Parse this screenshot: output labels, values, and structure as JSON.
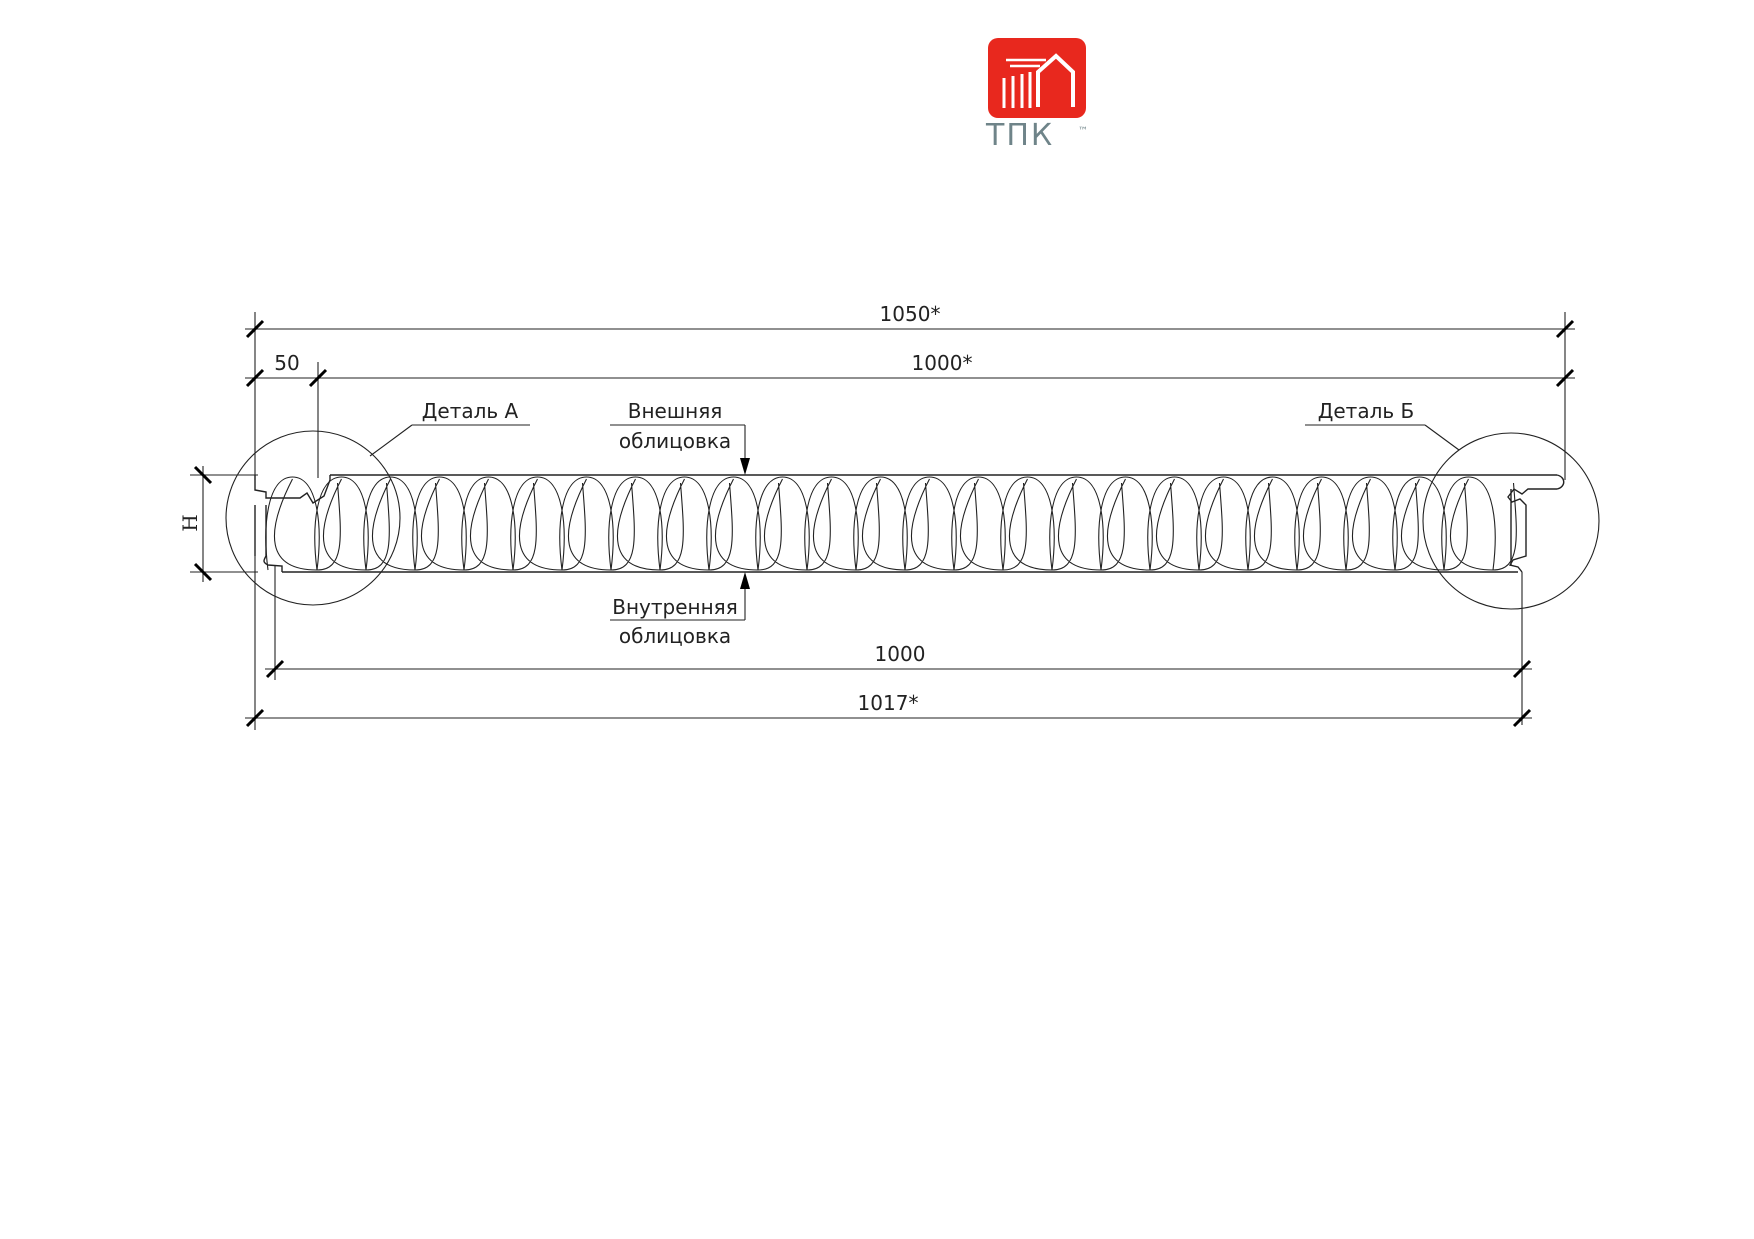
{
  "logo": {
    "text": "ТПК",
    "trademark": "™",
    "color": "#e8281e",
    "text_color": "#6f8489"
  },
  "dimensions": {
    "top_outer": "1050*",
    "top_inner": "1000*",
    "tongue": "50",
    "bottom_inner": "1000",
    "bottom_outer": "1017*",
    "height": "H"
  },
  "labels": {
    "detail_a": "Деталь А",
    "detail_b": "Деталь Б",
    "outer_facing_line1": "Внешняя",
    "outer_facing_line2": "облицовка",
    "inner_facing_line1": "Внутренняя",
    "inner_facing_line2": "облицовка"
  }
}
